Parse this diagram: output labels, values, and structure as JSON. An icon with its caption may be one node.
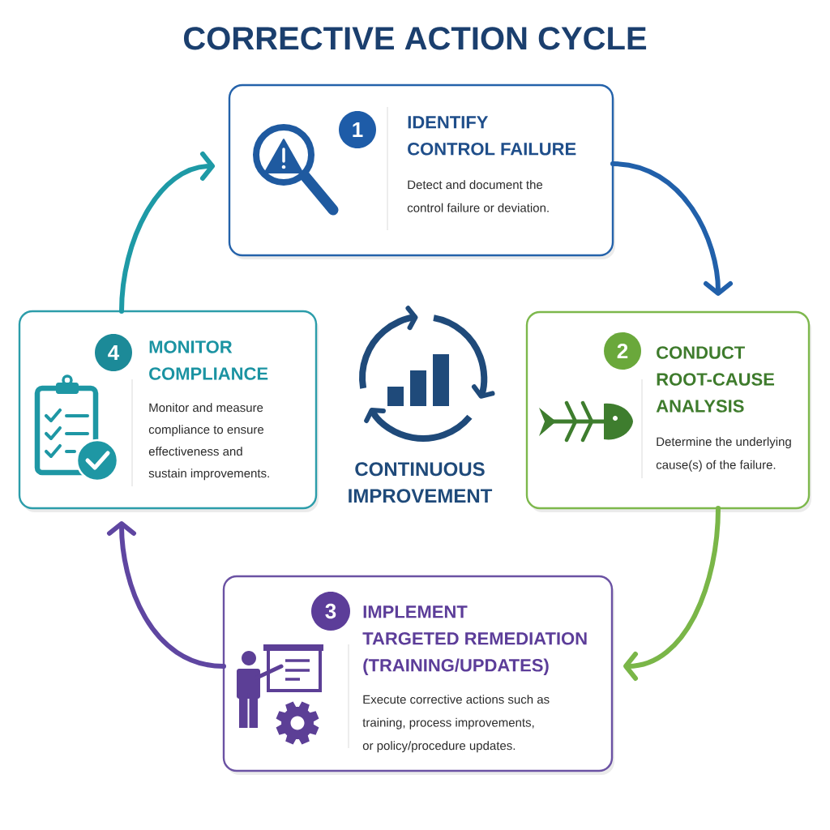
{
  "diagram": {
    "title": "CORRECTIVE ACTION CYCLE",
    "nodes": [
      {
        "text": [
          "IDENTIFY CONTROL FAILURE",
          "Detect and document the control failure or deviation."
        ]
      },
      {
        "text": [
          "1"
        ],
        "in": 0
      },
      {
        "text": [
          "CONDUCT ROOT-CAUSE ANALYSIS",
          "Determine the underlying cause(s) of the failure."
        ]
      },
      {
        "text": [
          "2"
        ],
        "in": 2
      },
      {
        "text": [
          "IMPLEMENT TARGETED REMEDIATION (TRAINING/UPDATES)",
          "Execute corrective actions such as training, process improvements, or policy/procedure updates."
        ]
      },
      {
        "text": [
          "3"
        ],
        "in": 4
      },
      {
        "text": [
          "MONITOR COMPLIANCE",
          "Monitor and measure compliance to ensure effectiveness and sustain improvements."
        ]
      },
      {
        "text": [
          "4"
        ],
        "in": 6
      }
    ],
    "edges": [
      {
        "from": 0,
        "to": 2,
        "arrow": "to",
        "color": "#2160aa"
      },
      {
        "from": 2,
        "to": 4,
        "arrow": "to",
        "color": "#7ab648"
      },
      {
        "from": 4,
        "to": 6,
        "arrow": "to",
        "color": "#5f46a1"
      },
      {
        "from": 6,
        "to": 0,
        "arrow": "to",
        "color": "#1e9aa6"
      }
    ],
    "labels": [
      "CONTINUOUS IMPROVEMENT"
    ]
  }
}
